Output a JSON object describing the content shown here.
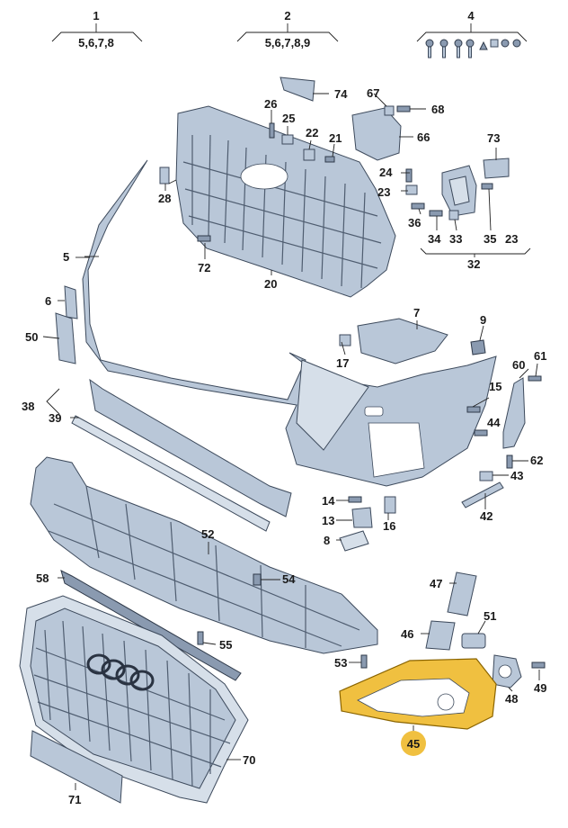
{
  "groups": [
    {
      "id": "1",
      "items": "5,6,7,8"
    },
    {
      "id": "2",
      "items": "5,6,7,8,9"
    },
    {
      "id": "4",
      "items": ""
    },
    {
      "id": "32",
      "items": ""
    },
    {
      "id": "38",
      "items": ""
    }
  ],
  "labels": {
    "p5": "5",
    "p6": "6",
    "p7": "7",
    "p8": "8",
    "p9": "9",
    "p13": "13",
    "p14": "14",
    "p15": "15",
    "p16": "16",
    "p17": "17",
    "p20": "20",
    "p21": "21",
    "p22": "22",
    "p23a": "23",
    "p23b": "23",
    "p24": "24",
    "p25": "25",
    "p26": "26",
    "p28": "28",
    "p33": "33",
    "p34": "34",
    "p35": "35",
    "p36": "36",
    "p39": "39",
    "p42": "42",
    "p43": "43",
    "p44": "44",
    "p45": "45",
    "p46": "46",
    "p47": "47",
    "p48": "48",
    "p49": "49",
    "p50": "50",
    "p51": "51",
    "p52": "52",
    "p53": "53",
    "p54": "54",
    "p55": "55",
    "p58": "58",
    "p60": "60",
    "p61": "61",
    "p62": "62",
    "p66": "66",
    "p67": "67",
    "p68": "68",
    "p70": "70",
    "p71": "71",
    "p72": "72",
    "p73": "73",
    "p74": "74"
  },
  "colors": {
    "part_fill": "#b9c7d8",
    "highlight": "#f0c040",
    "highlight_badge": "#f0c040"
  }
}
